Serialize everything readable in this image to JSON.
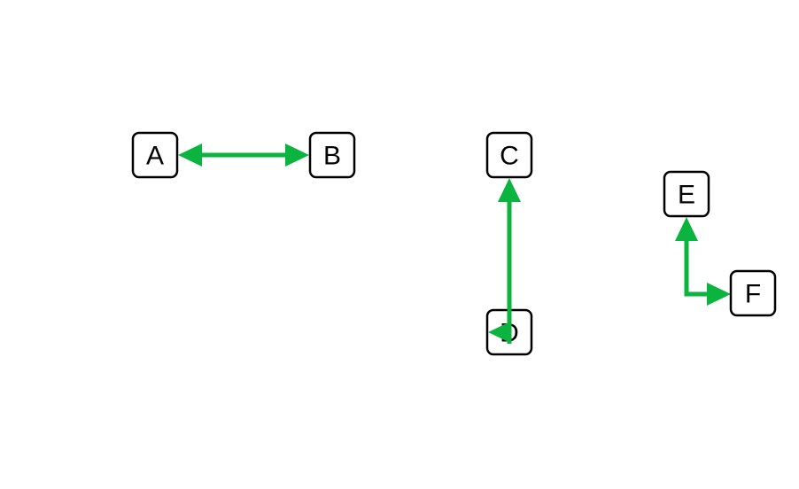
{
  "diagram": {
    "edge_color": "#0bb33f",
    "nodes": [
      {
        "id": "A",
        "label": "A"
      },
      {
        "id": "B",
        "label": "B"
      },
      {
        "id": "C",
        "label": "C"
      },
      {
        "id": "D",
        "label": "D"
      },
      {
        "id": "E",
        "label": "E"
      },
      {
        "id": "F",
        "label": "F"
      }
    ],
    "edges": [
      {
        "from": "A",
        "to": "B",
        "direction": "both"
      },
      {
        "from": "D",
        "to": "C",
        "direction": "both"
      },
      {
        "from": "E",
        "to": "F",
        "direction": "both",
        "routing": "elbow"
      }
    ]
  }
}
